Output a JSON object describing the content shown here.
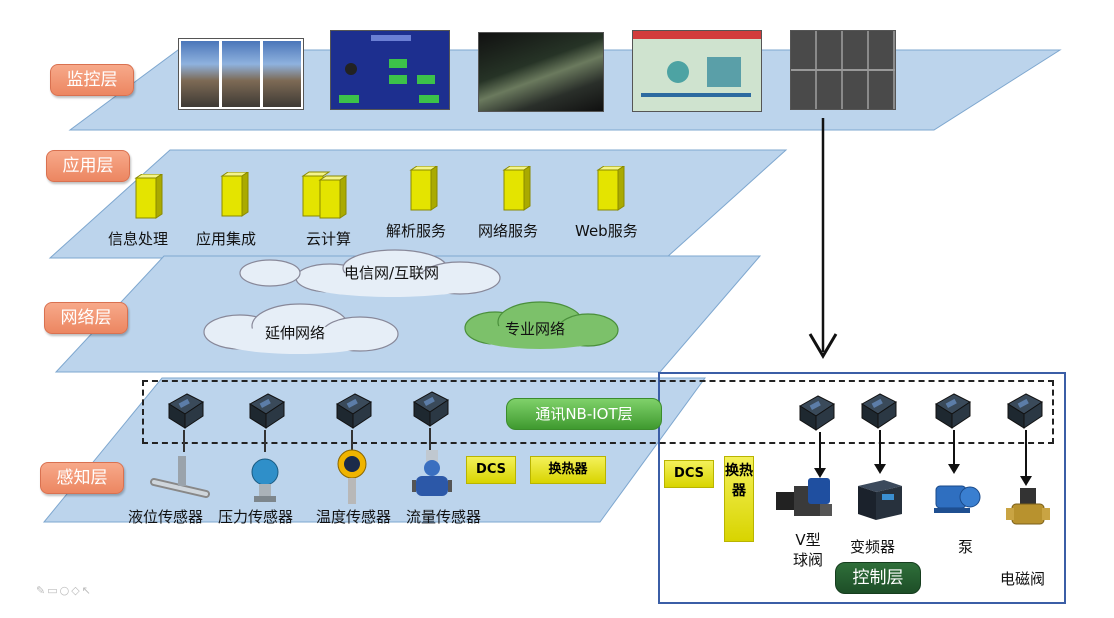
{
  "layers": {
    "monitor": "监控层",
    "application": "应用层",
    "network": "网络层",
    "perception": "感知层",
    "control": "控制层"
  },
  "application_services": [
    "信息处理",
    "应用集成",
    "云计算",
    "解析服务",
    "网络服务",
    "Web服务"
  ],
  "network": {
    "telecom_internet": "电信网/互联网",
    "extended_network": "延伸网络",
    "dedicated_network": "专业网络"
  },
  "communication": {
    "nbiot_layer": "通讯NB-IOT层"
  },
  "sensors": [
    "液位传感器",
    "压力传感器",
    "温度传感器",
    "流量传感器"
  ],
  "perception_boxes": {
    "dcs": "DCS",
    "heat_exchanger": "换热器"
  },
  "control": {
    "dcs": "DCS",
    "heat_exchanger_vertical": "换热器",
    "v_valve": "V型球阀",
    "inverter": "变频器",
    "pump": "泵",
    "solenoid_valve": "电磁阀"
  },
  "colors": {
    "plane": "#bcd4ec",
    "label_orange": "#ec8661",
    "nbiot_green": "#3f9a2f",
    "control_green": "#1d4e27",
    "server_yellow": "#e4e400"
  }
}
